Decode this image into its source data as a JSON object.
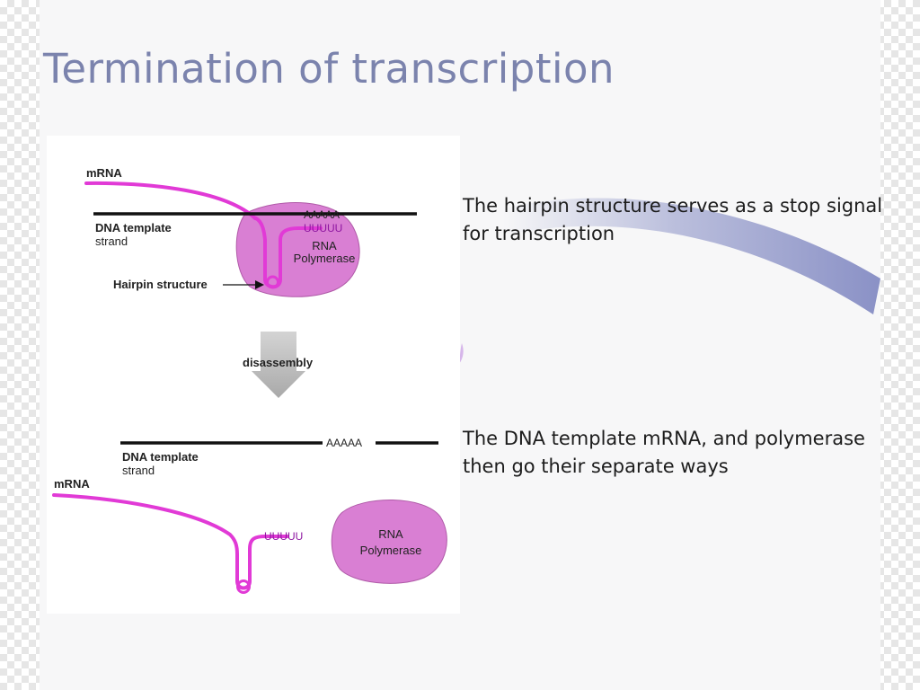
{
  "slide": {
    "title": "Termination of transcription",
    "captions": [
      "The hairpin structure serves as a stop signal for transcription",
      "The DNA template mRNA, and polymerase then go their separate ways"
    ]
  },
  "diagram": {
    "top": {
      "mrna_label": "mRNA",
      "dna_label_line1": "DNA template",
      "dna_label_line2": "strand",
      "dna_seq": "AAAAA",
      "rna_seq": "UUUUU",
      "polymerase_line1": "RNA",
      "polymerase_line2": "Polymerase",
      "hairpin_label": "Hairpin structure"
    },
    "arrow_label": "disassembly",
    "bottom": {
      "dna_label_line1": "DNA template",
      "dna_label_line2": "strand",
      "dna_seq": "AAAAA",
      "mrna_label": "mRNA",
      "rna_seq": "UUUUU",
      "polymerase_line1": "RNA",
      "polymerase_line2": "Polymerase"
    }
  },
  "colors": {
    "title": "#7b83ad",
    "swoosh": "#8a91c6",
    "mrna": "#e13ad6",
    "polymerase_fill": "#d97fd3",
    "sequence_text": "#8e17a1"
  }
}
